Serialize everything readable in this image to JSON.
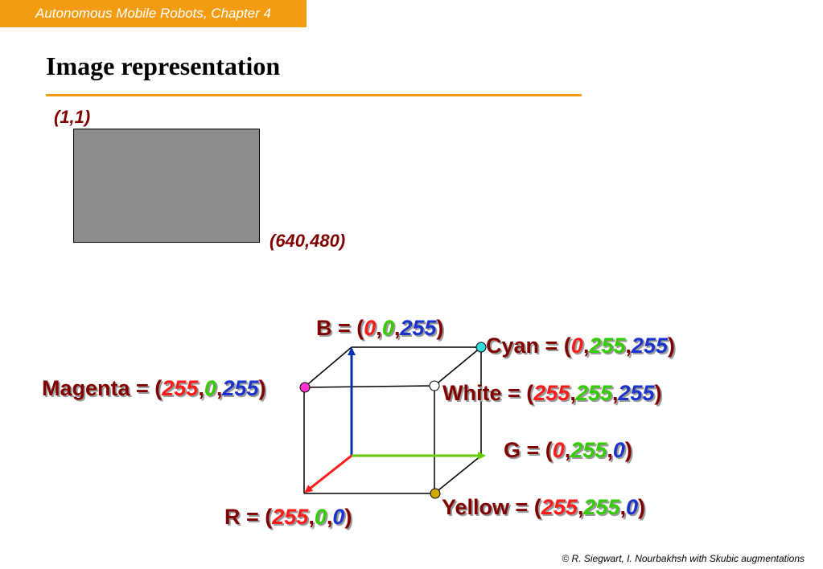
{
  "header": {
    "course": "Autonomous Mobile Robots, Chapter 4"
  },
  "slide": {
    "title": "Image representation"
  },
  "image_coords": {
    "top_left": "(1,1)",
    "bottom_right": "(640,480)"
  },
  "labels": {
    "blue": {
      "prefix": "B = (",
      "r": "0",
      "g": "0",
      "b": "255",
      "suffix": ")"
    },
    "cyan": {
      "prefix": "Cyan = (",
      "r": "0",
      "g": "255",
      "b": "255",
      "suffix": ")"
    },
    "magenta": {
      "prefix": "Magenta = (",
      "r": "255",
      "g": "0",
      "b": "255",
      "suffix": ")"
    },
    "white": {
      "prefix": "White = (",
      "r": "255",
      "g": "255",
      "b": "255",
      "suffix": ")"
    },
    "green": {
      "prefix": "G = (",
      "r": "0",
      "g": "255",
      "b": "0",
      "suffix": ")"
    },
    "yellow": {
      "prefix": "Yellow = (",
      "r": "255",
      "g": "255",
      "b": "0",
      "suffix": ")"
    },
    "red": {
      "prefix": "R = (",
      "r": "255",
      "g": "0",
      "b": "0",
      "suffix": ")"
    }
  },
  "colors": {
    "accent": "#f39c12",
    "red_axis": "#ff1a1a",
    "green_axis": "#66cc00",
    "blue_axis": "#0033aa",
    "magenta_dot": "#ff33cc",
    "cyan_dot": "#33dddd",
    "white_dot": "#ffffff",
    "yellow_dot": "#ccaa00"
  },
  "footer": {
    "credit": "© R. Siegwart, I. Nourbakhsh with Skubic augmentations"
  }
}
